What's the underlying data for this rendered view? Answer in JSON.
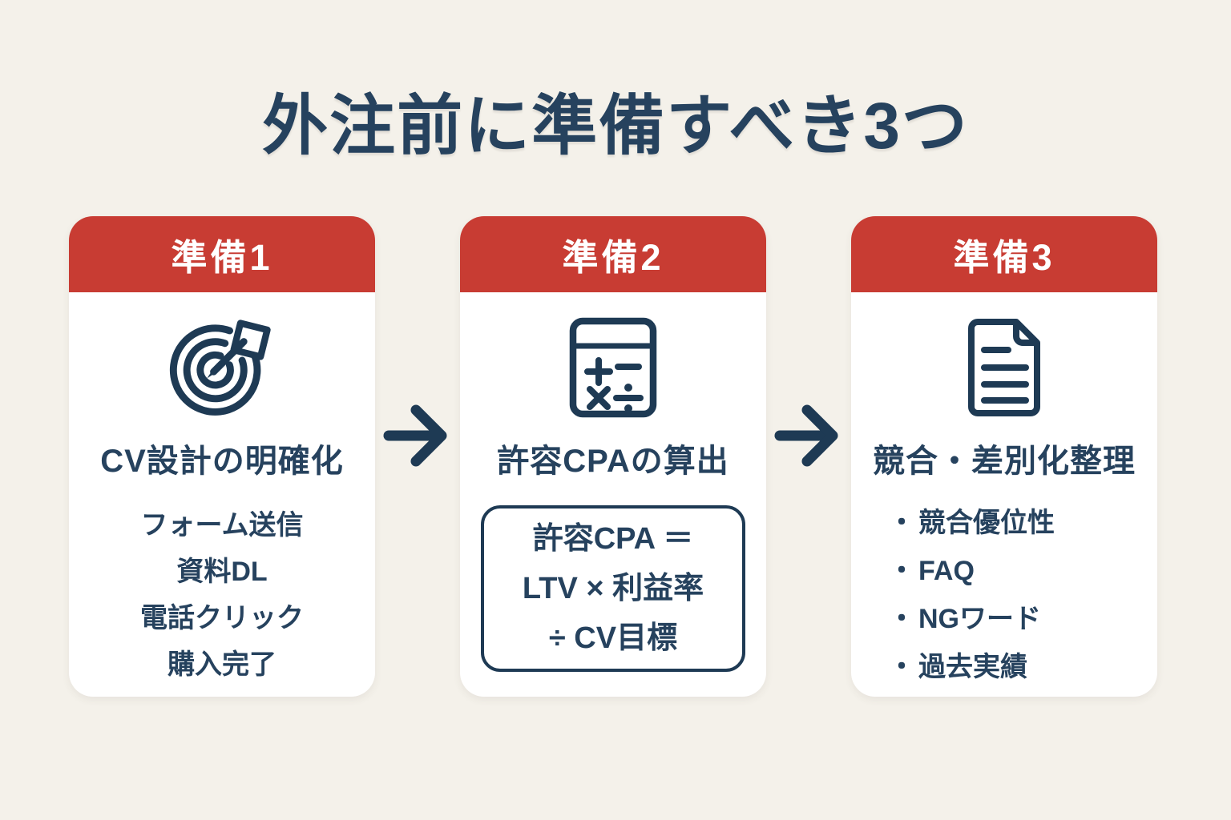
{
  "page": {
    "title": "外注前に準備すべき3つ"
  },
  "colors": {
    "background": "#F4F1EA",
    "card_background": "#FFFFFF",
    "header_red": "#C83C33",
    "header_text": "#FFFFFF",
    "icon_navy": "#1E3A54",
    "text_navy": "#26425E"
  },
  "flow": {
    "arrow_icon": "arrow-right-icon",
    "arrow_count": 2
  },
  "cards": [
    {
      "header_label": "準備1",
      "icon": "target-icon",
      "title": "CV設計の明確化",
      "items": [
        "フォーム送信",
        "資料DL",
        "電話クリック",
        "購入完了"
      ]
    },
    {
      "header_label": "準備2",
      "icon": "calculator-icon",
      "title": "許容CPAの算出",
      "formula_lines": [
        "許容CPA ＝",
        "LTV × 利益率",
        "÷ CV目標"
      ]
    },
    {
      "header_label": "準備3",
      "icon": "document-icon",
      "title": "競合・差別化整理",
      "bullet": "・",
      "items": [
        "競合優位性",
        "FAQ",
        "NGワード",
        "過去実績"
      ]
    }
  ]
}
